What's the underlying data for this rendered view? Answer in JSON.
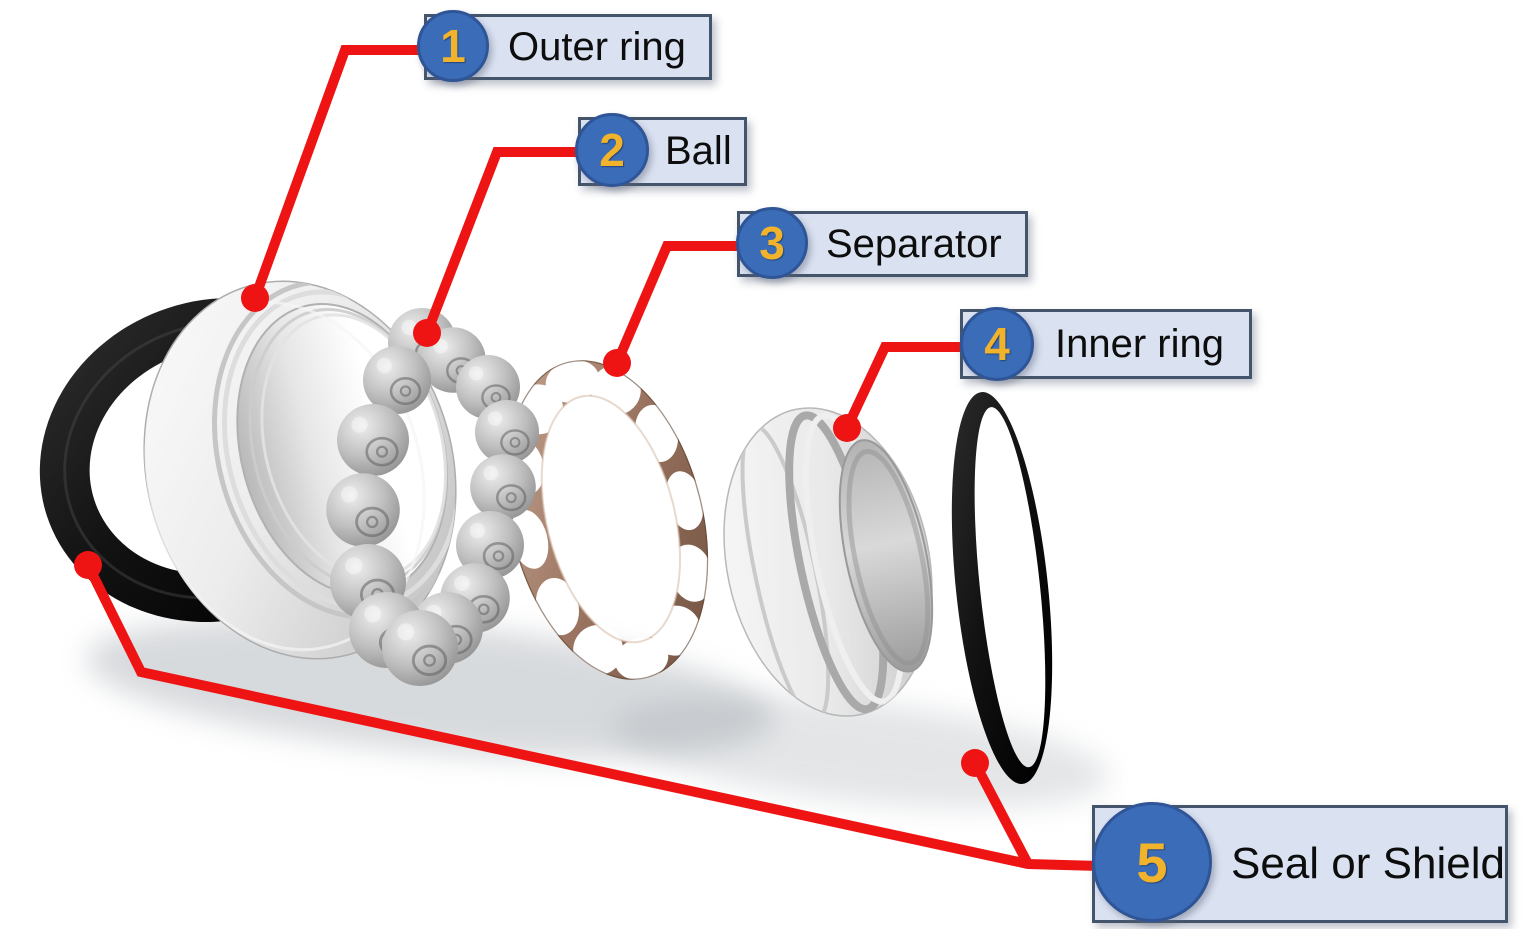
{
  "diagram": {
    "callouts": [
      {
        "number": "1",
        "text": "Outer ring"
      },
      {
        "number": "2",
        "text": "Ball"
      },
      {
        "number": "3",
        "text": "Separator"
      },
      {
        "number": "4",
        "text": "Inner ring"
      },
      {
        "number": "5",
        "text": "Seal or Shield"
      }
    ],
    "colors": {
      "connector_red": "#ee1414",
      "circle_fill": "#3a6cb8",
      "circle_border": "#2f5597",
      "number_gold": "#f2b32c",
      "box_fill": "#dae2f2",
      "box_border": "#44546a",
      "label_text": "#0d0d0d",
      "seal_black": "#141414",
      "separator_bronze": "#9a7460",
      "metal_silver": "#d9d9d9"
    }
  }
}
